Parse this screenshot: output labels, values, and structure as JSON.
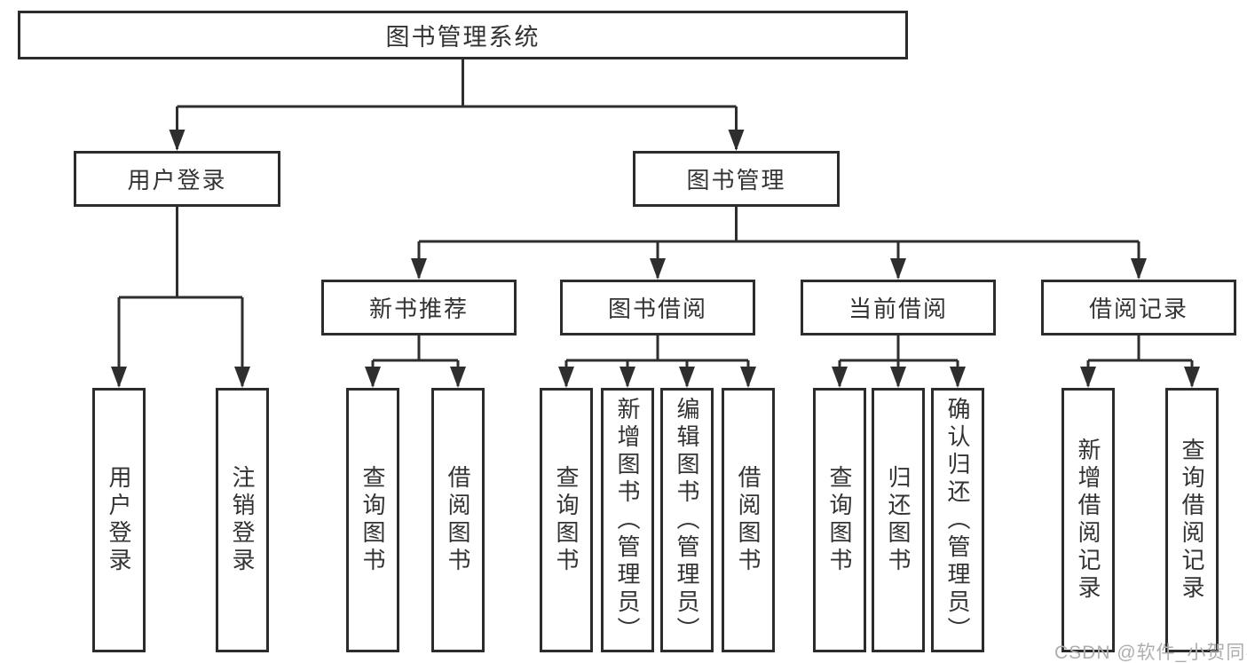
{
  "colors": {
    "background": "#ffffff",
    "line": "#2e2e2e",
    "text": "#333333",
    "watermark": "#aeaeae"
  },
  "root": {
    "label": "图书管理系统"
  },
  "level2": {
    "user_login": {
      "label": "用户登录"
    },
    "book_management": {
      "label": "图书管理"
    }
  },
  "user_login_children": [
    {
      "label": "用户登录"
    },
    {
      "label": "注销登录"
    }
  ],
  "sections": [
    {
      "label": "新书推荐",
      "children": [
        {
          "label": "查询图书"
        },
        {
          "label": "借阅图书"
        }
      ]
    },
    {
      "label": "图书借阅",
      "children": [
        {
          "label": "查询图书"
        },
        {
          "label": "新增图书（管理员）"
        },
        {
          "label": "编辑图书（管理员）"
        },
        {
          "label": "借阅图书"
        }
      ]
    },
    {
      "label": "当前借阅",
      "children": [
        {
          "label": "查询图书"
        },
        {
          "label": "归还图书"
        },
        {
          "label": "确认归还（管理员）"
        }
      ]
    },
    {
      "label": "借阅记录",
      "children": [
        {
          "label": "新增借阅记录"
        },
        {
          "label": "查询借阅记录"
        }
      ]
    }
  ],
  "watermark": {
    "text": "CSDN @软件_小贺同学"
  }
}
